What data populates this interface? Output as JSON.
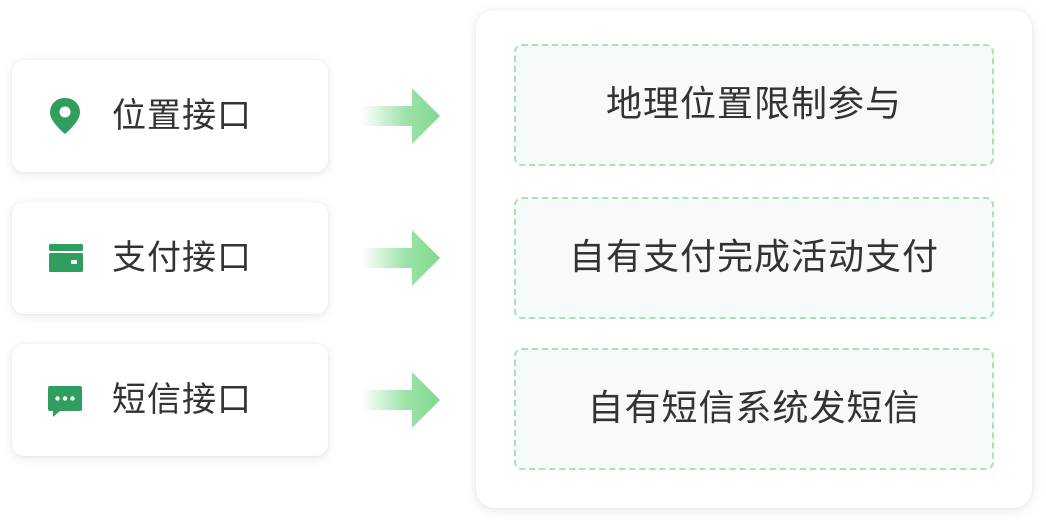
{
  "colors": {
    "icon_green": "#2f9e5e",
    "arrow_green": "#7fd98e",
    "text": "#333333",
    "dash_border": "#a6e6ad",
    "result_bg": "#f6faf8"
  },
  "interfaces": [
    {
      "label": "位置接口",
      "icon": "location-pin-icon"
    },
    {
      "label": "支付接口",
      "icon": "wallet-icon"
    },
    {
      "label": "短信接口",
      "icon": "chat-bubble-icon"
    }
  ],
  "results": [
    {
      "label": "地理位置限制参与"
    },
    {
      "label": "自有支付完成活动支付"
    },
    {
      "label": "自有短信系统发短信"
    }
  ]
}
